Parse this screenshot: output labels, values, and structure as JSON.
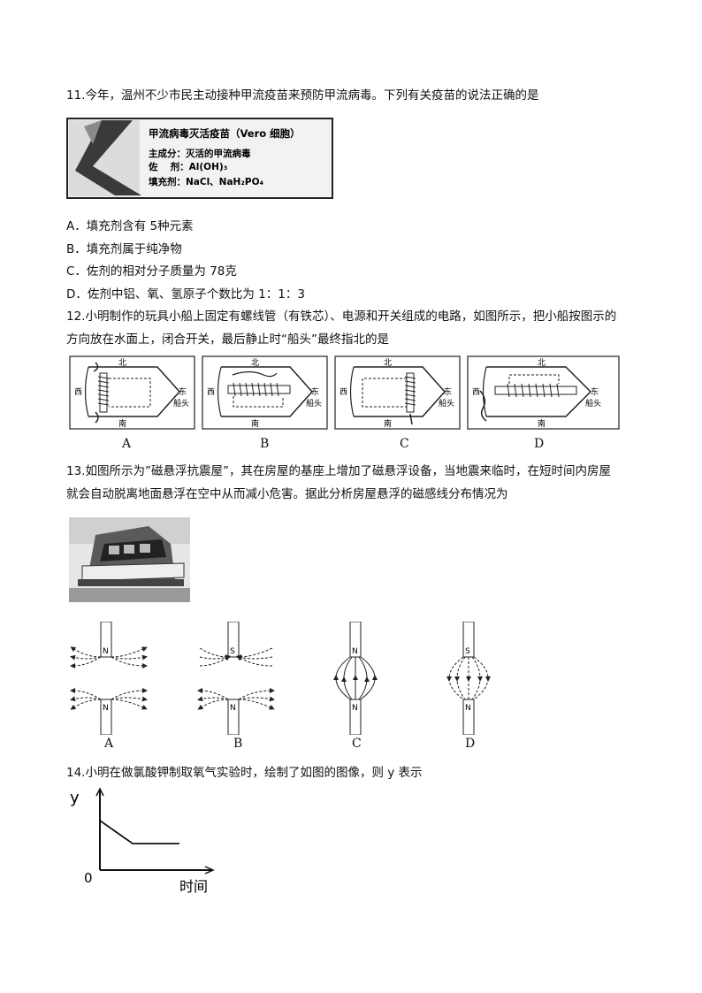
{
  "q11": {
    "stem": "11.今年，温州不少市民主动接种甲流疫苗来预防甲流病毒。下列有关疫苗的说法正确的是",
    "label": {
      "title": "甲流病毒灭活疫苗（Vero 细胞）",
      "main": "主成分：灭活的甲流病毒",
      "adjuvant": "佐　 剂：Al(OH)₃",
      "filler": "填充剂：NaCl、NaH₂PO₄"
    },
    "options": [
      "A．填充剂含有 5种元素",
      "B．填充剂属于纯净物",
      "C．佐剂的相对分子质量为 78克",
      "D．佐剂中铝、氧、氢原子个数比为 1：1：3"
    ]
  },
  "q12": {
    "stem1": "12.小明制作的玩具小船上固定有螺线管（有铁芯）、电源和开关组成的电路，如图所示，把小船按图示的",
    "stem2": "方向放在水面上，闭合开关，最后静止时“船头”最终指北的是",
    "north": "北",
    "south": "南",
    "west": "西",
    "east": "东",
    "bow": "船头",
    "labels": [
      "A",
      "B",
      "C",
      "D"
    ]
  },
  "q13": {
    "stem1": "13.如图所示为”磁悬浮抗震屋”，其在房屋的基座上增加了磁悬浮设备，当地震来临时，在短时间内房屋",
    "stem2": "就会自动脱离地面悬浮在空中从而减小危害。据此分析房屋悬浮的磁感线分布情况为",
    "poles": {
      "A": [
        "N",
        "N"
      ],
      "B": [
        "S",
        "N"
      ],
      "C": [
        "N",
        "N"
      ],
      "D": [
        "S",
        "N"
      ]
    },
    "labels": [
      "A",
      "B",
      "C",
      "D"
    ]
  },
  "q14": {
    "stem": "14.小明在做氯酸钾制取氧气实验时，绘制了如图的图像，则 y 表示",
    "y_axis": "y",
    "origin": "0",
    "x_axis": "时间"
  }
}
